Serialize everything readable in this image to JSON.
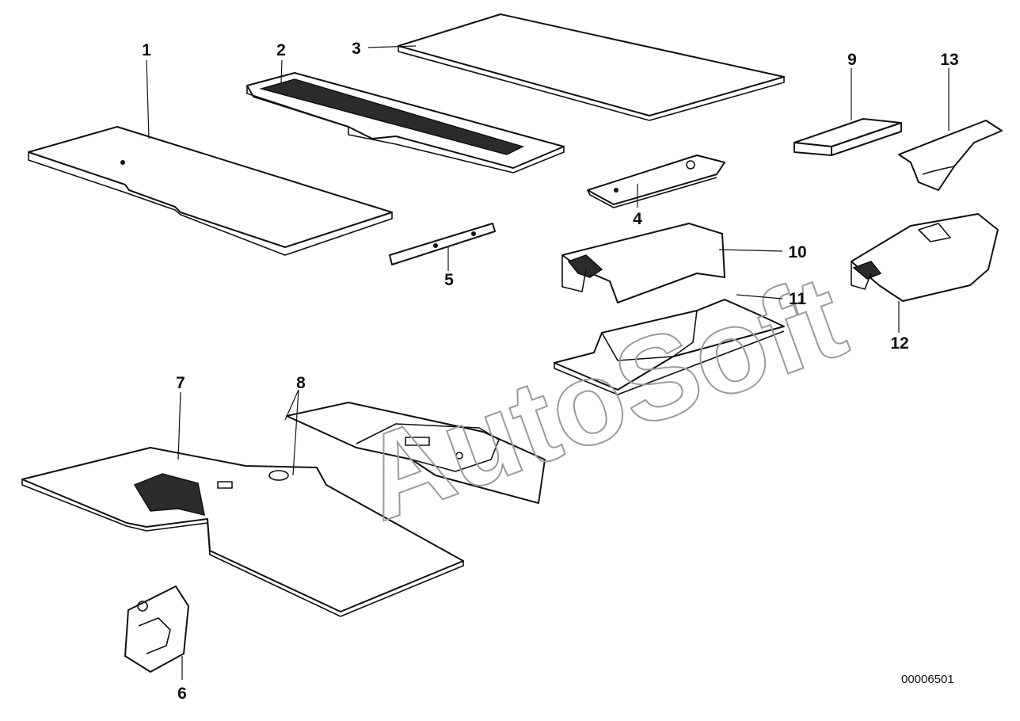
{
  "watermark": "AutoSoft",
  "drawing_code": "00006501",
  "callouts": [
    "1",
    "2",
    "3",
    "4",
    "5",
    "6",
    "7",
    "8",
    "9",
    "10",
    "11",
    "12",
    "13"
  ]
}
